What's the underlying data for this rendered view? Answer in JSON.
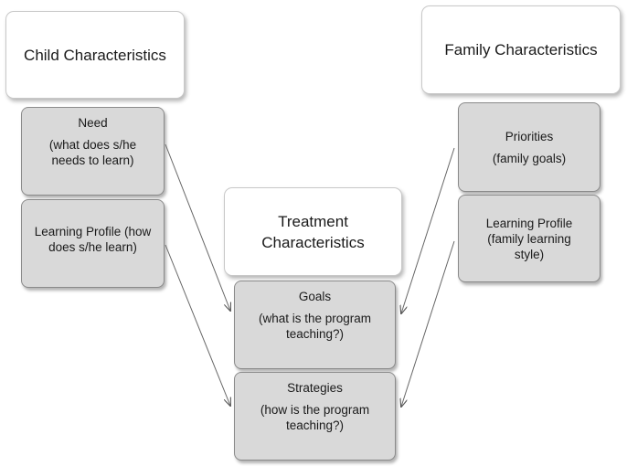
{
  "child": {
    "header": "Child Characteristics",
    "need_title": "Need",
    "need_sub": "(what does s/he needs to learn)",
    "profile": "Learning Profile (how does s/he learn)"
  },
  "family": {
    "header": "Family Characteristics",
    "priorities_title": "Priorities",
    "priorities_sub": "(family goals)",
    "profile": "Learning Profile (family learning style)"
  },
  "treatment": {
    "header": "Treatment Characteristics",
    "goals_title": "Goals",
    "goals_sub": "(what is the program teaching?)",
    "strategies_title": "Strategies",
    "strategies_sub": "(how is the program teaching?)"
  }
}
